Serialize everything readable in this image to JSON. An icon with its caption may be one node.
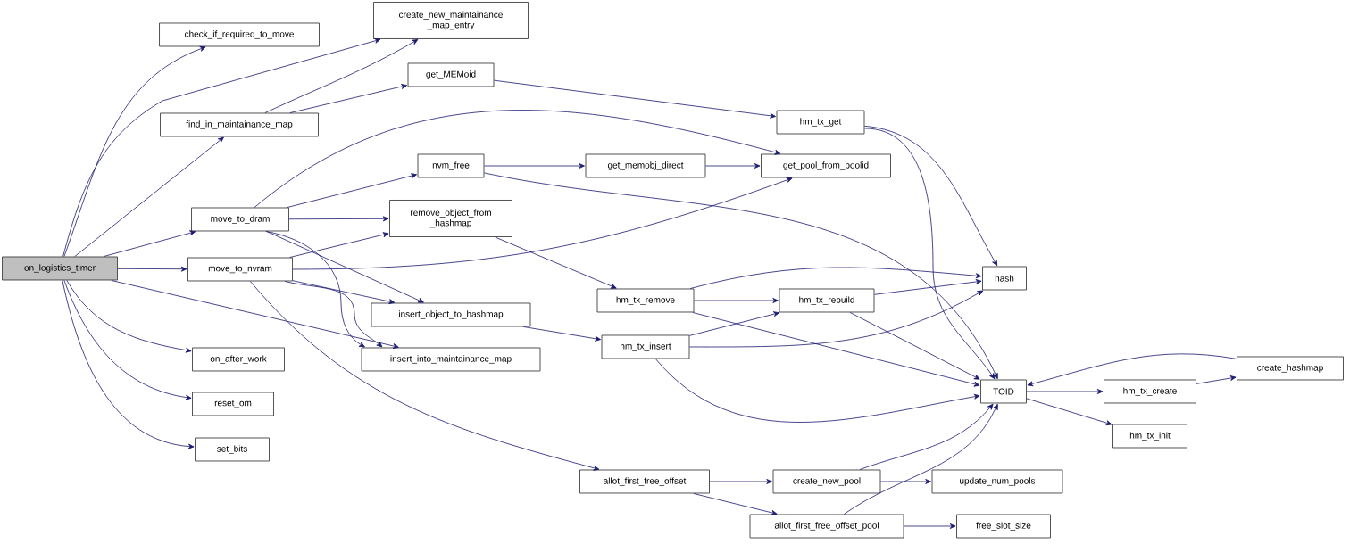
{
  "diagram": {
    "nodes": [
      {
        "text": [
          "on_logistics_timer"
        ]
      },
      {
        "text": [
          "check_if_required_to_move"
        ]
      },
      {
        "text": [
          "create_new_maintainance _map_entry"
        ]
      },
      {
        "text": [
          "find_in_maintainance_map"
        ]
      },
      {
        "text": [
          "get_MEMoid"
        ]
      },
      {
        "text": [
          "hm_tx_get"
        ]
      },
      {
        "text": [
          "move_to_dram"
        ]
      },
      {
        "text": [
          "nvm_free"
        ]
      },
      {
        "text": [
          "get_memobj_direct"
        ]
      },
      {
        "text": [
          "get_pool_from_poolid"
        ]
      },
      {
        "text": [
          "remove_object_from _hashmap"
        ]
      },
      {
        "text": [
          "move_to_nvram"
        ]
      },
      {
        "text": [
          "hm_tx_remove"
        ]
      },
      {
        "text": [
          "hash"
        ]
      },
      {
        "text": [
          "hm_tx_rebuild"
        ]
      },
      {
        "text": [
          "insert_object_to_hashmap"
        ]
      },
      {
        "text": [
          "hm_tx_insert"
        ]
      },
      {
        "text": [
          "insert_into_maintainance_map"
        ]
      },
      {
        "text": [
          "on_after_work"
        ]
      },
      {
        "text": [
          "TOID"
        ]
      },
      {
        "text": [
          "create_hashmap"
        ]
      },
      {
        "text": [
          "hm_tx_create"
        ]
      },
      {
        "text": [
          "hm_tx_init"
        ]
      },
      {
        "text": [
          "reset_om"
        ]
      },
      {
        "text": [
          "set_bits"
        ]
      },
      {
        "text": [
          "allot_first_free_offset"
        ]
      },
      {
        "text": [
          "create_new_pool"
        ]
      },
      {
        "text": [
          "update_num_pools"
        ]
      },
      {
        "text": [
          "allot_first_free_offset_pool"
        ]
      },
      {
        "text": [
          "free_slot_size"
        ]
      }
    ],
    "edges": [
      {
        "from": 0,
        "to": 1,
        "arrow": "to"
      },
      {
        "from": 0,
        "to": 2,
        "arrow": "to"
      },
      {
        "from": 0,
        "to": 3,
        "arrow": "to"
      },
      {
        "from": 0,
        "to": 6,
        "arrow": "to"
      },
      {
        "from": 0,
        "to": 11,
        "arrow": "to"
      },
      {
        "from": 0,
        "to": 17,
        "arrow": "to"
      },
      {
        "from": 0,
        "to": 18,
        "arrow": "to"
      },
      {
        "from": 0,
        "to": 23,
        "arrow": "to"
      },
      {
        "from": 0,
        "to": 24,
        "arrow": "to"
      },
      {
        "from": 3,
        "to": 2,
        "arrow": "to"
      },
      {
        "from": 3,
        "to": 4,
        "arrow": "to"
      },
      {
        "from": 4,
        "to": 5,
        "arrow": "to"
      },
      {
        "from": 5,
        "to": 13,
        "arrow": "to"
      },
      {
        "from": 5,
        "to": 19,
        "arrow": "to"
      },
      {
        "from": 6,
        "to": 9,
        "arrow": "to"
      },
      {
        "from": 6,
        "to": 7,
        "arrow": "to"
      },
      {
        "from": 6,
        "to": 10,
        "arrow": "to"
      },
      {
        "from": 6,
        "to": 15,
        "arrow": "to"
      },
      {
        "from": 6,
        "to": 17,
        "arrow": "to"
      },
      {
        "from": 7,
        "to": 8,
        "arrow": "to"
      },
      {
        "from": 7,
        "to": 19,
        "arrow": "to"
      },
      {
        "from": 8,
        "to": 9,
        "arrow": "to"
      },
      {
        "from": 10,
        "to": 12,
        "arrow": "to"
      },
      {
        "from": 11,
        "to": 9,
        "arrow": "to"
      },
      {
        "from": 11,
        "to": 10,
        "arrow": "to"
      },
      {
        "from": 11,
        "to": 15,
        "arrow": "to"
      },
      {
        "from": 11,
        "to": 17,
        "arrow": "to"
      },
      {
        "from": 11,
        "to": 25,
        "arrow": "to"
      },
      {
        "from": 12,
        "to": 13,
        "arrow": "to"
      },
      {
        "from": 12,
        "to": 14,
        "arrow": "to"
      },
      {
        "from": 12,
        "to": 19,
        "arrow": "to"
      },
      {
        "from": 14,
        "to": 13,
        "arrow": "to"
      },
      {
        "from": 14,
        "to": 19,
        "arrow": "to"
      },
      {
        "from": 15,
        "to": 16,
        "arrow": "to"
      },
      {
        "from": 16,
        "to": 14,
        "arrow": "to"
      },
      {
        "from": 16,
        "to": 13,
        "arrow": "to"
      },
      {
        "from": 16,
        "to": 19,
        "arrow": "to"
      },
      {
        "from": 19,
        "to": 21,
        "arrow": "to"
      },
      {
        "from": 19,
        "to": 22,
        "arrow": "to"
      },
      {
        "from": 21,
        "to": 20,
        "arrow": "to"
      },
      {
        "from": 20,
        "to": 19,
        "arrow": "to"
      },
      {
        "from": 25,
        "to": 26,
        "arrow": "to"
      },
      {
        "from": 25,
        "to": 28,
        "arrow": "to"
      },
      {
        "from": 26,
        "to": 19,
        "arrow": "to"
      },
      {
        "from": 26,
        "to": 27,
        "arrow": "to"
      },
      {
        "from": 28,
        "to": 19,
        "arrow": "to"
      },
      {
        "from": 28,
        "to": 29,
        "arrow": "to"
      }
    ]
  }
}
